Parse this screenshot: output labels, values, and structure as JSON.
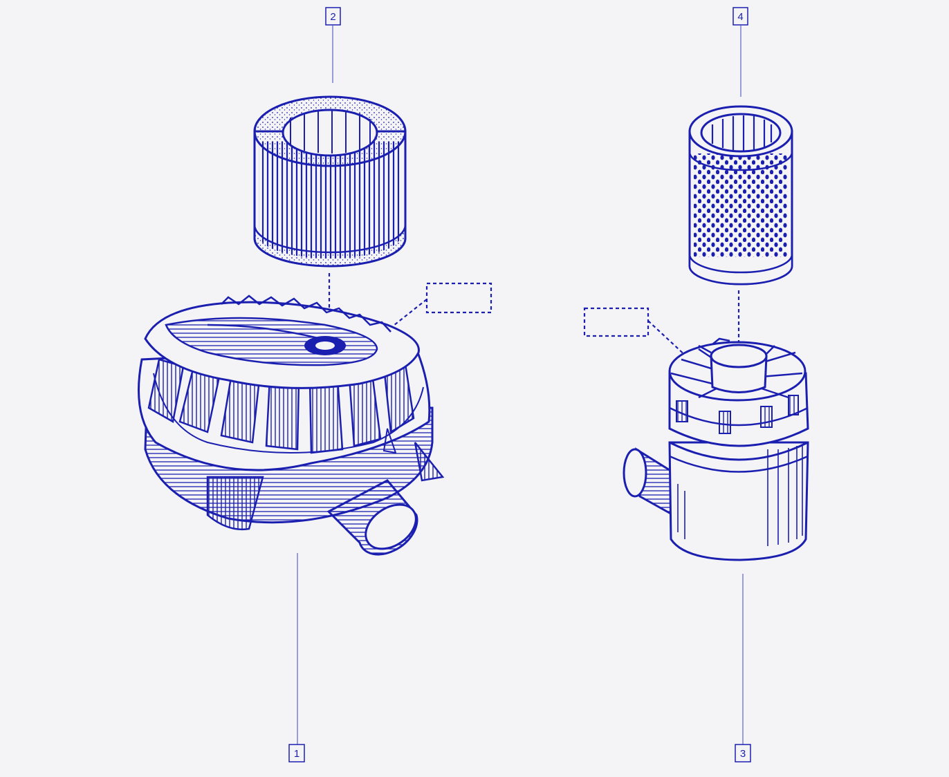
{
  "colors": {
    "ink": "#1b1fb0",
    "lead": "#5a62c8",
    "background": "#f4f4f6"
  },
  "callouts": [
    {
      "label": "1",
      "part": "air-filter-housing-oval"
    },
    {
      "label": "2",
      "part": "air-filter-element-short"
    },
    {
      "label": "3",
      "part": "air-filter-housing-round"
    },
    {
      "label": "4",
      "part": "air-filter-element-tall"
    }
  ]
}
